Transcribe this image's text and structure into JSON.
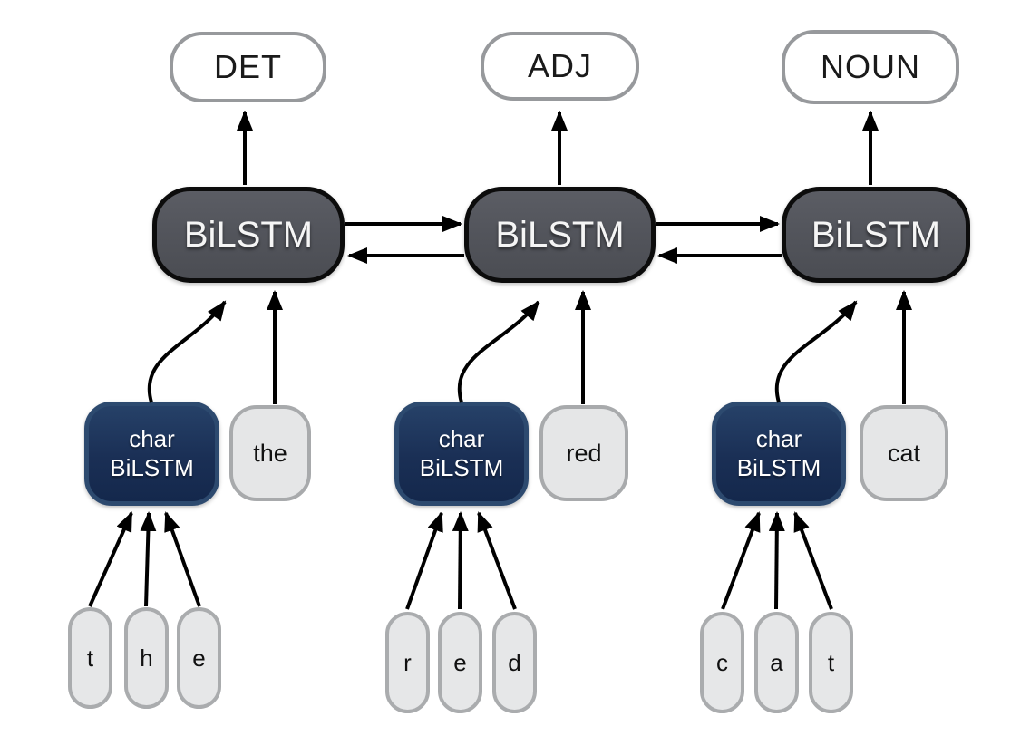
{
  "diagram": {
    "description": "Hierarchical BiLSTM POS-tagging architecture: character pills feed char-BiLSTM nodes which, together with word embeddings, feed a bidirectional word-level BiLSTM chain producing POS tags",
    "word_bilstm_label": "BiLSTM",
    "char_bilstm_label_line1": "char",
    "char_bilstm_label_line2": "BiLSTM",
    "columns": [
      {
        "tag": "DET",
        "word": "the",
        "chars": [
          "t",
          "h",
          "e"
        ]
      },
      {
        "tag": "ADJ",
        "word": "red",
        "chars": [
          "r",
          "e",
          "d"
        ]
      },
      {
        "tag": "NOUN",
        "word": "cat",
        "chars": [
          "c",
          "a",
          "t"
        ]
      }
    ],
    "colors": {
      "background": "#ffffff",
      "bilstm_fill": "#53555c",
      "bilstm_border": "#0c0c0c",
      "char_bilstm_fill": "#1a2f55",
      "char_bilstm_border": "#2d4a6f",
      "pill_fill": "#e5e6e7",
      "pill_border": "#a8aaac",
      "tag_fill": "#ffffff",
      "tag_border": "#97999c",
      "arrow": "#000000",
      "text_light": "#ffffff",
      "text_dark": "#1a1a1a"
    }
  }
}
